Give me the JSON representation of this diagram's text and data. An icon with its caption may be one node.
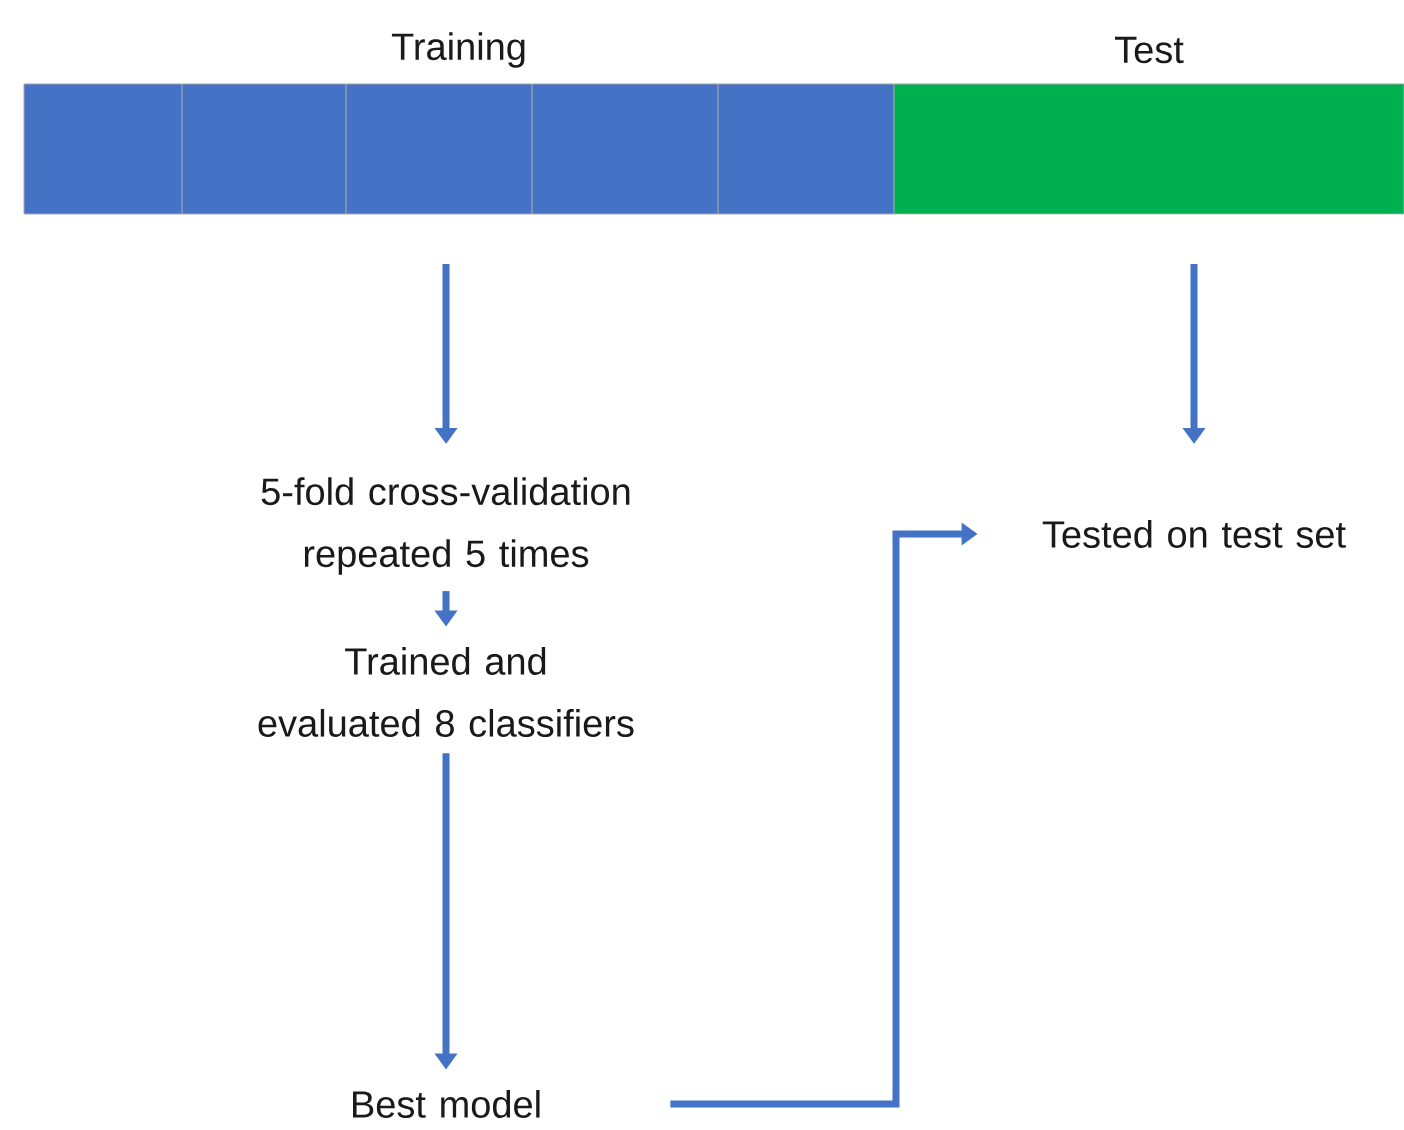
{
  "diagram": {
    "nodes": [
      {
        "text": [
          "Training"
        ]
      },
      {
        "text": [
          "Test"
        ]
      },
      {
        "text": [
          "5-fold cross-validation repeated 5 times"
        ]
      },
      {
        "text": [
          "Trained and evaluated 8 classifiers"
        ]
      },
      {
        "text": [
          "Best model"
        ]
      },
      {
        "text": [
          "Tested on test set"
        ]
      }
    ],
    "edges": [
      {
        "from": 0,
        "to": 2,
        "arrow": "to"
      },
      {
        "from": 2,
        "to": 3,
        "arrow": "to"
      },
      {
        "from": 3,
        "to": 4,
        "arrow": "to"
      },
      {
        "from": 1,
        "to": 5,
        "arrow": "to"
      },
      {
        "from": 4,
        "to": 5,
        "arrow": "to"
      }
    ]
  }
}
